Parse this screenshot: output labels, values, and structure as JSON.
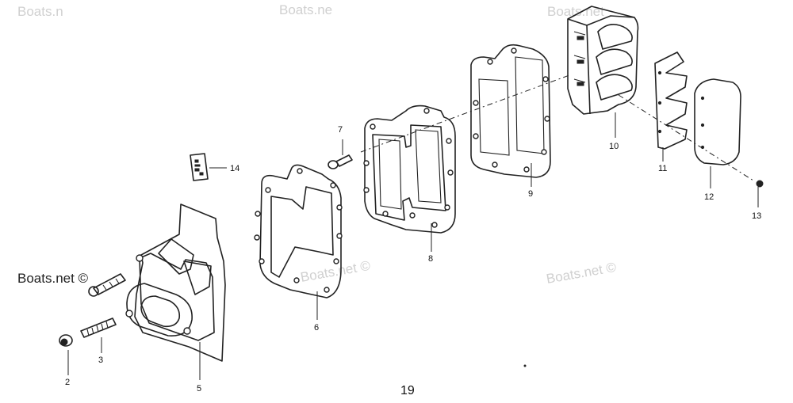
{
  "callouts": {
    "c2": "2",
    "c3": "3",
    "c5": "5",
    "c6": "6",
    "c7": "7",
    "c8": "8",
    "c9": "9",
    "c10": "10",
    "c11": "11",
    "c12": "12",
    "c13": "13",
    "c14": "14"
  },
  "page_number": "19",
  "watermark": {
    "dark": "Boats.net ©",
    "light": "Boats.net ©",
    "top_left": "Boats.n",
    "top_mid": "Boats.ne",
    "top_right": "Boats.net"
  }
}
